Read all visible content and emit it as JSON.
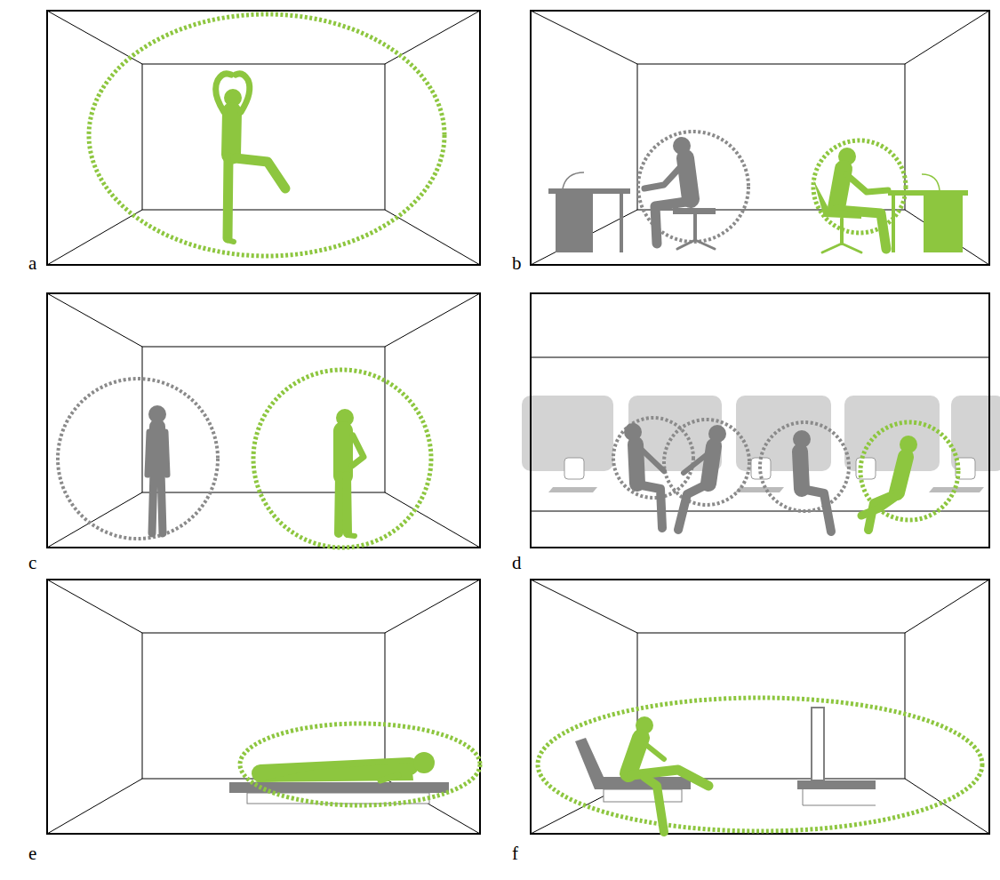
{
  "diagram": {
    "labels": [
      "a",
      "b",
      "c",
      "d",
      "e",
      "f"
    ]
  }
}
